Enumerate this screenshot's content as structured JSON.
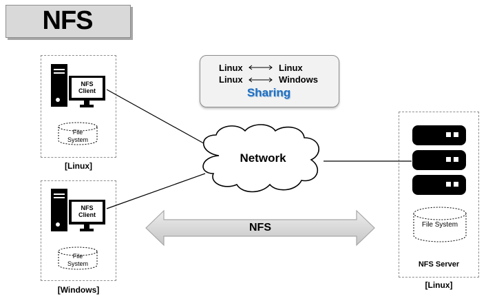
{
  "title": "NFS",
  "legend": {
    "row1_left": "Linux",
    "row1_right": "Linux",
    "row2_left": "Linux",
    "row2_right": "Windows",
    "sharing": "Sharing"
  },
  "client_linux": {
    "monitor_text_line1": "NFS",
    "monitor_text_line2": "Client",
    "disk_line1": "File",
    "disk_line2": "System",
    "caption": "[Linux]"
  },
  "client_windows": {
    "monitor_text_line1": "NFS",
    "monitor_text_line2": "Client",
    "disk_line1": "File",
    "disk_line2": "System",
    "caption": "[Windows]"
  },
  "network": {
    "label": "Network"
  },
  "protocol_arrow": {
    "label": "NFS"
  },
  "server": {
    "disk_label": "File System",
    "name": "NFS Server",
    "caption": "[Linux]"
  },
  "colors": {
    "accent_blue": "#1f6fc0",
    "arrow_fill": "#d9d9d9",
    "dash_border": "#8c8c8c"
  }
}
